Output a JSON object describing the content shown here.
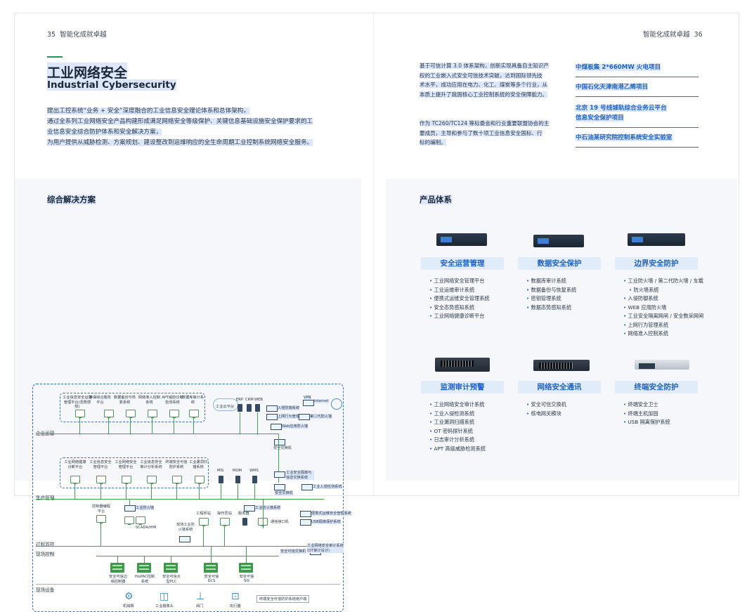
{
  "left_page": {
    "page_num": "35",
    "header_title": "智能化成就卓越",
    "title_cn": "工业网络安全",
    "title_en": "Industrial Cybersecurity",
    "intro_lines": [
      "提出工控系统“业务 + 安全”深度融合的工业信息安全理论体系和总体架构，",
      "通过全系列工业网络安全产品构建形成满足网络安全等级保护、关键信息基础设施安全保护要求的工",
      "业信息安全综合防护体系和安全解决方案，",
      "为用户提供从威胁检测、方案规划、建设整改到运维响应的全生命周期工业控制系统网络安全服务。"
    ]
  },
  "right_page": {
    "page_num": "36",
    "header_title": "智能化成就卓越",
    "col_text_1": [
      "基于可信计算 3.0 体系架构，创新实现具备自主知识产",
      "权的工业嵌入式安全可信技术突破，达到国际领先技",
      "术水平，成功应用在电力、化工、煤炭等多个行业，从",
      "本质上提升了我国核心工业控制系统的安全保障能力。"
    ],
    "col_text_2": [
      "作为 TC260/TC124 等标委会和行业重要联盟协会的主",
      "要成员，主导和参与了数十项工业信息安全国标、行",
      "标的编制。"
    ],
    "projects": [
      {
        "lines": [
          "中煤板集 2*660MW 火电项目"
        ]
      },
      {
        "lines": [
          "中国石化天津南港乙烯项目"
        ]
      },
      {
        "lines": [
          "北京 19 号线城轨综合业务云平台",
          "信息安全保护项目"
        ]
      },
      {
        "lines": [
          "中石油某研究院控制系统安全实验室"
        ]
      }
    ]
  },
  "solution": {
    "title": "综合解决方案",
    "layers": [
      "企业运营",
      "生产管理",
      "过程监控",
      "现场控制",
      "现场设备"
    ],
    "enterprise_systems": [
      "工业信息安全运营管理平台(态势感知)",
      "等保综合服务平台",
      "数据备份与恢复系统",
      "网络准入控制系统",
      "APT威胁诊断检测系统",
      "数据库审计系统"
    ],
    "production_systems": [
      "工业网络健康诊断平台",
      "工业信息安全管理平台",
      "工业网络安全管理平台",
      "工业信息安全审计分析系统",
      "终端安全可信防护系统",
      "工业漏洞扫描系统"
    ],
    "enterprise_servers": [
      "ERP",
      "CRM",
      "WEB"
    ],
    "production_servers": [
      "MIS",
      "MOM",
      "WMS"
    ],
    "internet": "Internet",
    "vpn": "VPN",
    "cloud_label": "工业云平台",
    "labels": {
      "ids_top": "入侵防御系统",
      "behavior": "上网行为管理",
      "fw2": "第二代防火墙",
      "waf": "Web应用防火墙",
      "gw_top": "安全交换机",
      "isolation": "工业安全隔离与信息交换系统",
      "gw_mid": "安全交换机",
      "ids_mid": "工业入侵检测系统",
      "eng": "控制器编程平台",
      "fw_a": "工业防火墙",
      "fw_b": "工业防火墙系统",
      "scada": "SCADA/HMI",
      "ws1": "工程师站",
      "ws2": "操作员站",
      "ws3": "服务器",
      "ws4": "通信接口机",
      "fw_c": "现场工业防火墙系统",
      "portable": "便携式运维安全管理系统",
      "usb": "USB隔离保护系统",
      "gw_bot": "安全可信交换机",
      "audit": "工业网络安全审计系统(OT审计设计)",
      "plc1": "安全可信边缘控制器",
      "plc2": "HisPAC控制系统",
      "plc3": "安全可信大型PLC",
      "dcs": "安全可信DCS",
      "sis": "安全可信SIS",
      "robot": "机械臂",
      "camera": "工业摄像头",
      "valve": "阀门",
      "actuator": "执行器",
      "legend": "终端安全可信防护系统用户端"
    }
  },
  "products": {
    "title": "产品体系",
    "groups": [
      {
        "name": "安全运营管理",
        "items": [
          "工业网络安全管理平台",
          "工业运维审计系统",
          "便携式运维安全管理系统",
          "安全态势感知系统",
          "工业网络健康诊断平台"
        ]
      },
      {
        "name": "数据安全保护",
        "items": [
          "数据库审计系统",
          "数据备份与恢复系统",
          "密钥管理系统",
          "数据态势感知系统"
        ]
      },
      {
        "name": "边界安全防护",
        "items": [
          "工业防火墙 / 第二代防火墙 / 车载",
          "防火墙系统",
          "入侵防御系统",
          "WEB 应用防火墙",
          "工业安全隔离网闸 / 安全数采网闸",
          "上网行为管理系统",
          "网络准入控制系统"
        ]
      },
      {
        "name": "监测审计预警",
        "items": [
          "工业网络安全审计系统",
          "工业入侵检测系统",
          "工业漏洞扫描系统",
          "OT 密码探针系统",
          "日志审计分析系统",
          "APT 高级威胁检测系统"
        ]
      },
      {
        "name": "网络安全通讯",
        "items": [
          "安全可信交换机",
          "核电网关模块"
        ]
      },
      {
        "name": "终端安全防护",
        "items": [
          "终端安全卫士",
          "终端主机加固",
          "USB 隔离保护系统"
        ]
      }
    ]
  },
  "colors": {
    "accent_green": "#1d9a5a",
    "brand_blue": "#1d62c8",
    "line_green": "#3fa34d"
  }
}
